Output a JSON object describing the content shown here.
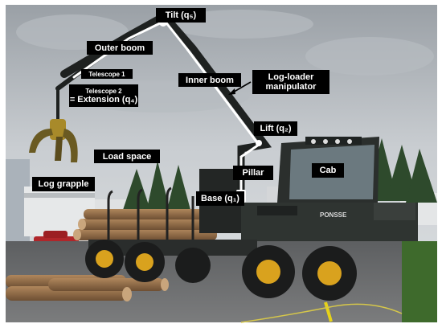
{
  "labels": {
    "tilt": "Tilt (q₅)",
    "outer_boom": "Outer boom",
    "telescope_1": "Telescope 1",
    "telescope_2": "Telescope 2",
    "extension": "= Extension (q₄)",
    "inner_boom": "Inner boom",
    "manipulator_line1": "Log-loader",
    "manipulator_line2": "manipulator",
    "lift": "Lift (q₂)",
    "load_space": "Load space",
    "log_grapple": "Log grapple",
    "pillar": "Pillar",
    "cab": "Cab",
    "base": "Base (q₁)"
  },
  "machine_brand_text": "PONSSE",
  "colors": {
    "label_background": "#000000",
    "label_text": "#ffffff",
    "boom_highlight": "#ffffff",
    "machine_body": "#2f3431",
    "wheel_rim": "#d9a21e",
    "sky": "#c8ccd0",
    "ground": "#6f7071"
  }
}
